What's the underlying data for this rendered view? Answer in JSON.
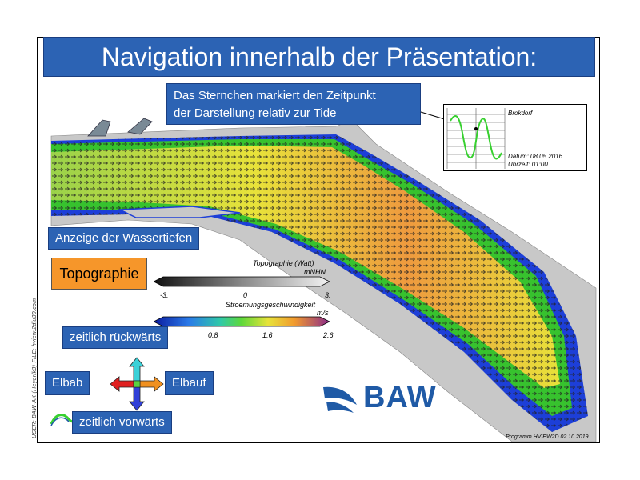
{
  "title": "Navigation innerhalb der Präsentation:",
  "side_text": "USER: BAW-AK (Heyer/k3) FILE: hview.2dlu39.com",
  "star_callout": {
    "line1": "Das Sternchen markiert den Zeitpunkt",
    "line2": "der Darstellung relativ zur Tide"
  },
  "tide_chart": {
    "station": "Brokdorf",
    "date_label": "Datum: 08.05.2016",
    "time_label": "Uhrzeit: 01:00"
  },
  "buttons": {
    "wassertiefen": "Anzeige der Wassertiefen",
    "topographie": "Topographie",
    "rueckwaerts": "zeitlich rückwärts",
    "vorwaerts": "zeitlich vorwärts",
    "elbab": "Elbab",
    "elbauf": "Elbauf"
  },
  "topo_scale": {
    "title": "Topographie (Watt)",
    "unit": "mNHN",
    "tick_min": "-3.",
    "tick_mid": "0",
    "tick_max": "3."
  },
  "velocity_scale": {
    "title": "Stroemungsgeschwindigkeit",
    "unit": "m/s",
    "ticks": [
      "0.8",
      "1.6",
      "2.6"
    ]
  },
  "logo": {
    "text": "BAW"
  },
  "footer": "Programm HVIEW2D  02.10.2019",
  "colors": {
    "title_blue": "#2c63b4",
    "button_orange": "#f6962a",
    "land_gray": "#c8c8c8",
    "water_blue": "#1d3fd8",
    "water_green": "#37c22e",
    "water_yellow": "#e8e23a",
    "water_orange": "#ee9a3e",
    "logo_blue": "#1f5aa6"
  }
}
